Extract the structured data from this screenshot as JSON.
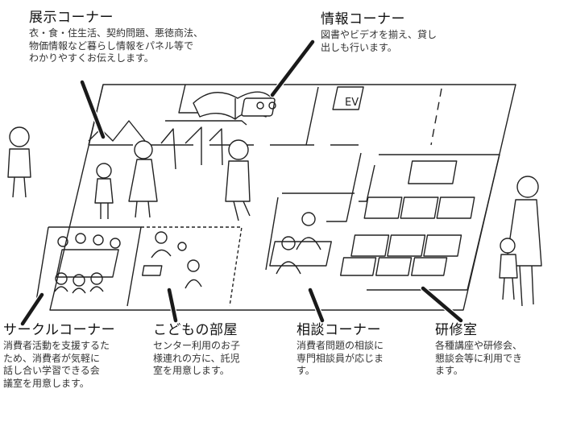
{
  "corners": [
    {
      "id": "exhibit",
      "title": "展示コーナー",
      "desc": "衣・食・住生活、契約問題、悪徳商法、\n物価情報など暮らし情報をパネル等で\nわかりやすくお伝えします。"
    },
    {
      "id": "info",
      "title": "情報コーナー",
      "desc": "図書やビデオを揃え、貸し\n出しも行います。"
    },
    {
      "id": "circle",
      "title": "サークルコーナー",
      "desc": "消費者活動を支援するた\nため、消費者が気軽に\n話し合い学習できる会\n議室を用意します。"
    },
    {
      "id": "kids",
      "title": "こどもの部屋",
      "desc": "センター利用のお子\n様連れの方に、託児\n室を用意します。"
    },
    {
      "id": "consult",
      "title": "相談コーナー",
      "desc": "消費者問題の相談に\n専門相談員が応じま\nす。"
    },
    {
      "id": "training",
      "title": "研修室",
      "desc": "各種講座や研修会、\n懇談会等に利用でき\nます。"
    }
  ],
  "floor": {
    "elevator_label": "EV"
  }
}
